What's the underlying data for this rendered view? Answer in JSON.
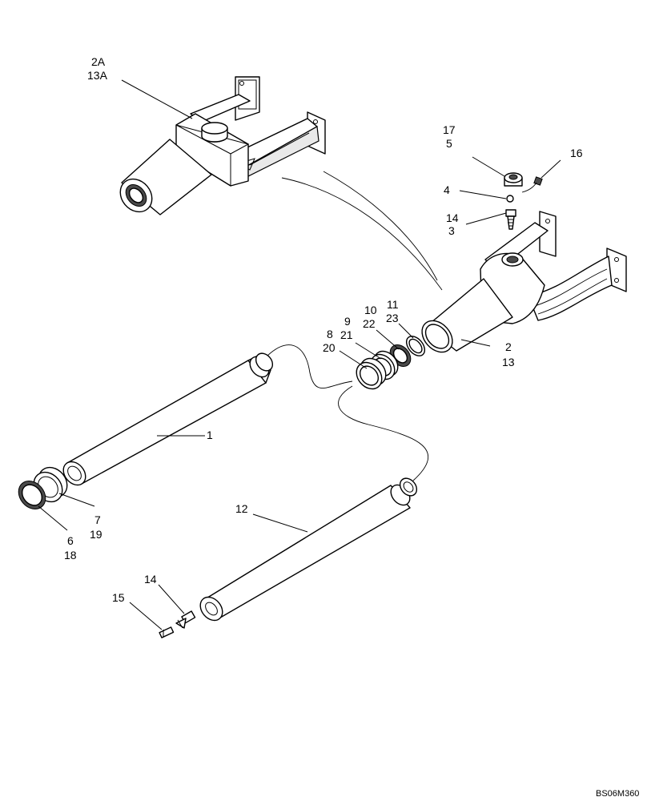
{
  "callouts": {
    "c_2A": "2A",
    "c_13A": "13A",
    "c_17": "17",
    "c_5": "5",
    "c_16": "16",
    "c_4": "4",
    "c_14a": "14",
    "c_3": "3",
    "c_2": "2",
    "c_13": "13",
    "c_11": "11",
    "c_23": "23",
    "c_10": "10",
    "c_22": "22",
    "c_9": "9",
    "c_21": "21",
    "c_8": "8",
    "c_20": "20",
    "c_1": "1",
    "c_7": "7",
    "c_19": "19",
    "c_6": "6",
    "c_18": "18",
    "c_12": "12",
    "c_14b": "14",
    "c_15": "15"
  },
  "drawing_code": "BS06M360"
}
